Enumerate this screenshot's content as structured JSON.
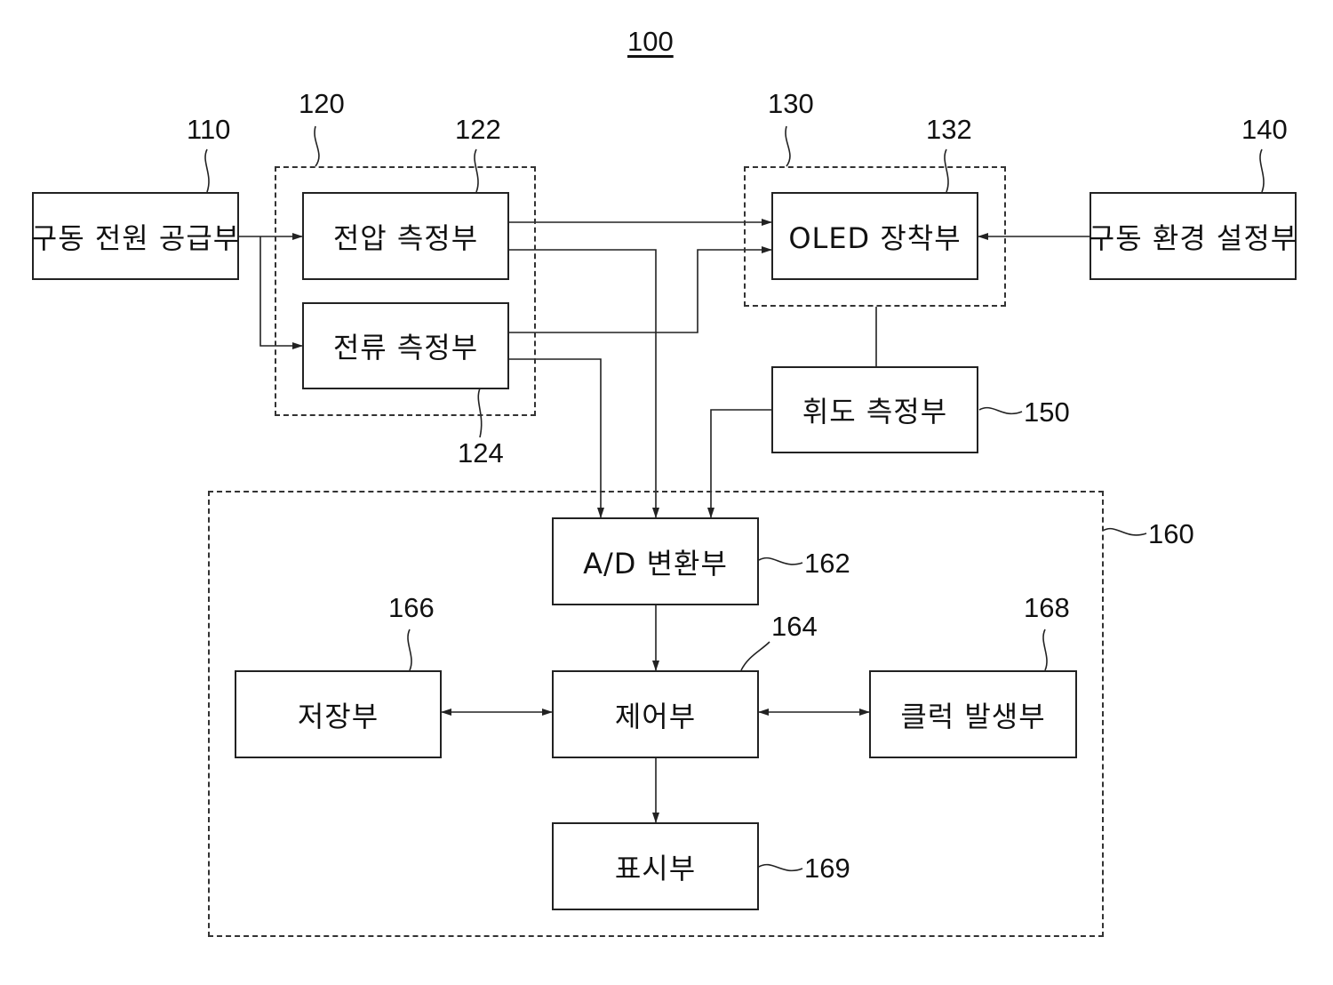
{
  "title": "100",
  "groups": [
    {
      "id": "measure-group",
      "ref": "120"
    },
    {
      "id": "mount-group",
      "ref": "130"
    },
    {
      "id": "processing-group",
      "ref": "160"
    }
  ],
  "blocks": [
    {
      "id": "drive-power-supply",
      "label": "구동 전원 공급부",
      "ref": "110"
    },
    {
      "id": "voltage-measure",
      "label": "전압 측정부",
      "ref": "122"
    },
    {
      "id": "current-measure",
      "label": "전류 측정부",
      "ref": "124"
    },
    {
      "id": "oled-mount",
      "label": "OLED 장착부",
      "ref": "132"
    },
    {
      "id": "drive-env-setting",
      "label": "구동 환경 설정부",
      "ref": "140"
    },
    {
      "id": "luminance-measure",
      "label": "휘도 측정부",
      "ref": "150"
    },
    {
      "id": "ad-converter",
      "label": "A/D 변환부",
      "ref": "162"
    },
    {
      "id": "controller",
      "label": "제어부",
      "ref": "164"
    },
    {
      "id": "storage",
      "label": "저장부",
      "ref": "166"
    },
    {
      "id": "clock-generator",
      "label": "클럭 발생부",
      "ref": "168"
    },
    {
      "id": "display",
      "label": "표시부",
      "ref": "169"
    }
  ]
}
